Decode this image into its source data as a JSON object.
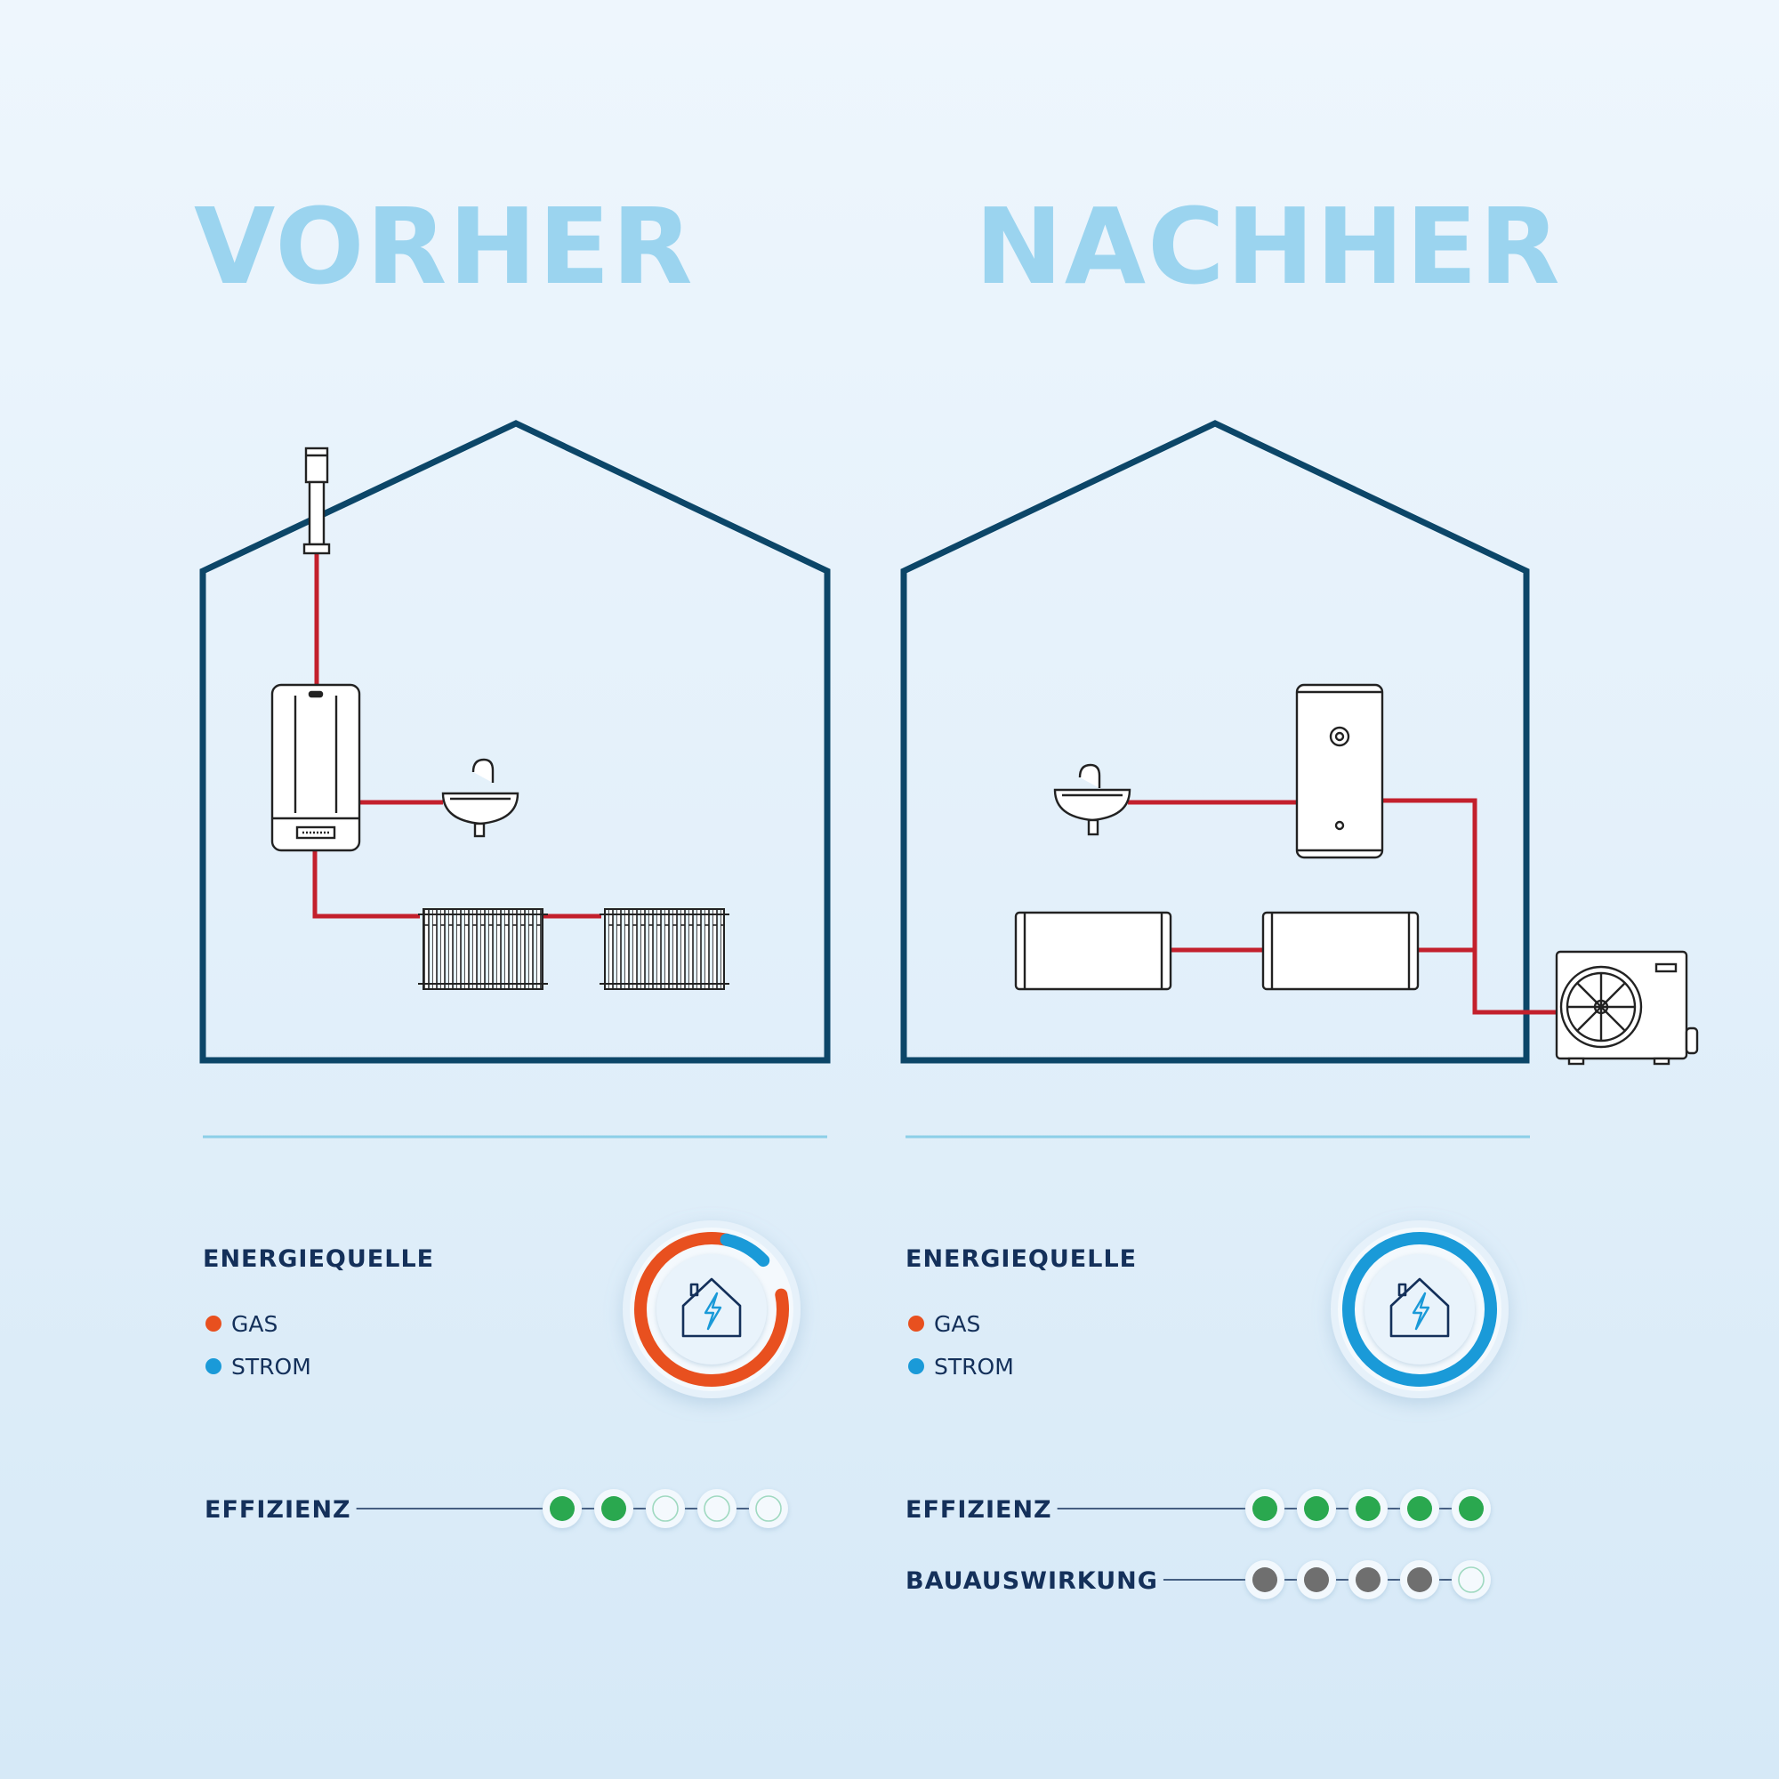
{
  "colors": {
    "title": "#9bd4ef",
    "house": "#0c4668",
    "pipe": "#c3202c",
    "gas": "#e8501f",
    "strom": "#1a9ad8",
    "green": "#2aa84f",
    "grey": "#6f6f6f",
    "text": "#14305a",
    "divider": "#8ccfe8"
  },
  "before": {
    "title": "VORHER",
    "energy_heading": "ENERGIEQUELLE",
    "legend": [
      {
        "label": "GAS",
        "color": "gas"
      },
      {
        "label": "STROM",
        "color": "strom"
      }
    ],
    "energy_mix": {
      "gas": 0.86,
      "strom": 0.14
    },
    "ratings": [
      {
        "label": "EFFIZIENZ",
        "value": 2,
        "max": 5,
        "color": "green"
      }
    ]
  },
  "after": {
    "title": "NACHHER",
    "energy_heading": "ENERGIEQUELLE",
    "legend": [
      {
        "label": "GAS",
        "color": "gas"
      },
      {
        "label": "STROM",
        "color": "strom"
      }
    ],
    "energy_mix": {
      "gas": 0,
      "strom": 1
    },
    "ratings": [
      {
        "label": "EFFIZIENZ",
        "value": 5,
        "max": 5,
        "color": "green"
      },
      {
        "label": "BAUAUSWIRKUNG",
        "value": 4,
        "max": 5,
        "color": "grey"
      }
    ]
  },
  "icons": {
    "before": [
      "chimney-icon",
      "gas-boiler-icon",
      "sink-icon",
      "radiator-icon",
      "radiator-icon",
      "house-bolt-icon"
    ],
    "after": [
      "sink-icon",
      "hot-water-tank-icon",
      "flat-radiator-icon",
      "flat-radiator-icon",
      "heat-pump-icon",
      "house-bolt-icon"
    ]
  }
}
